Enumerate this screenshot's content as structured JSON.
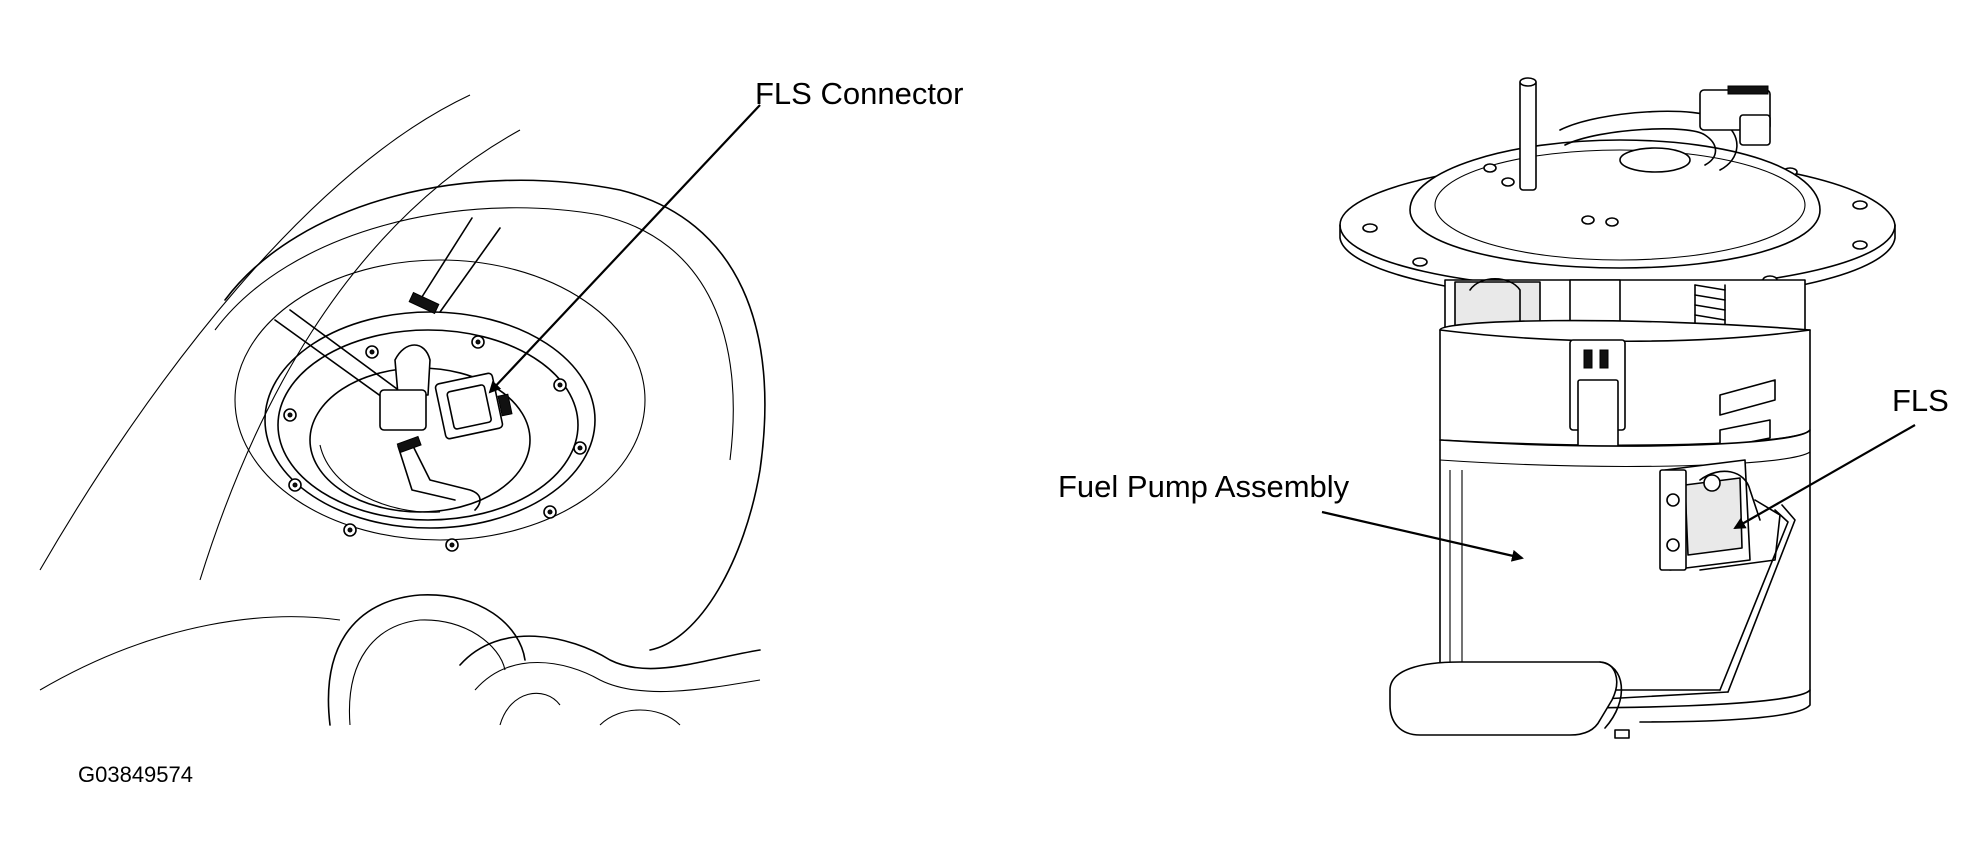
{
  "figure": {
    "id": "G03849574",
    "callouts": {
      "fls_connector": "FLS Connector",
      "fuel_pump_assembly": "Fuel Pump Assembly",
      "fls": "FLS"
    }
  },
  "colors": {
    "line": "#000000",
    "background": "#ffffff"
  }
}
